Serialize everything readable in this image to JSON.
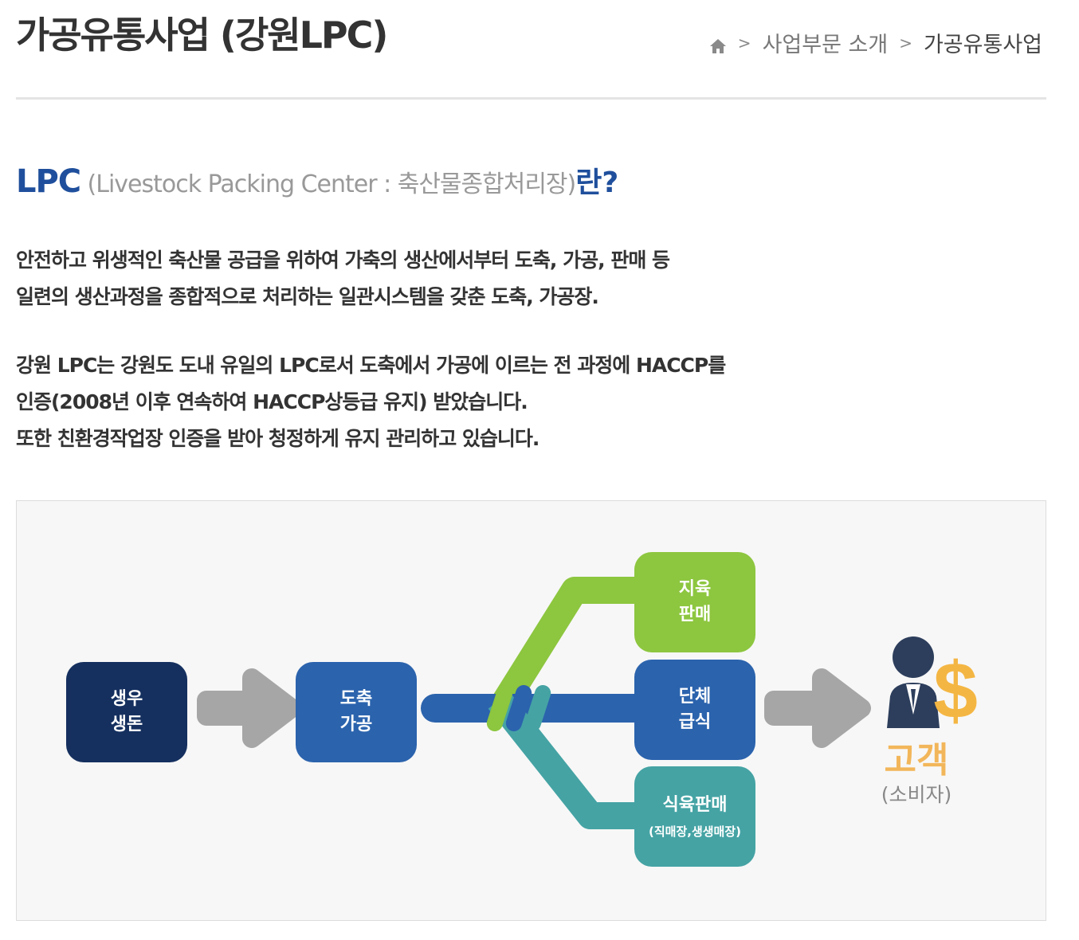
{
  "header": {
    "title": "가공유통사업 (강원LPC)",
    "breadcrumb": {
      "home_icon": "home-icon",
      "separator": ">",
      "items": [
        "사업부문 소개",
        "가공유통사업"
      ]
    }
  },
  "section": {
    "heading_abbr": "LPC",
    "heading_full": "(Livestock Packing Center : 축산물종합처리장)",
    "heading_suffix": "란?",
    "paragraph1": [
      "안전하고 위생적인 축산물 공급을 위하여 가축의 생산에서부터 도축, 가공, 판매 등",
      "일련의 생산과정을 종합적으로 처리하는 일관시스템을 갖춘 도축, 가공장."
    ],
    "paragraph2": [
      "강원 LPC는 강원도 도내 유일의 LPC로서 도축에서 가공에 이르는 전 과정에 HACCP를",
      "인증(2008년 이후 연속하여 HACCP상등급 유지) 받았습니다.",
      "또한 친환경작업장 인증을 받아 청정하게 유지 관리하고 있습니다."
    ]
  },
  "diagram": {
    "source": {
      "line1": "생우",
      "line2": "생돈"
    },
    "process": {
      "line1": "도축",
      "line2": "가공"
    },
    "branches": [
      {
        "line1": "지육",
        "line2": "판매",
        "color": "#8dc63f"
      },
      {
        "line1": "단체",
        "line2": "급식",
        "color": "#2b63ad"
      },
      {
        "line1": "식육판매",
        "line2": "(직매장,생생매장)",
        "color": "#45a3a4"
      }
    ],
    "customer": {
      "main": "고객",
      "sub": "(소비자)",
      "icon": "customer-money-icon"
    },
    "colors": {
      "source": "#15305f",
      "process": "#2b63ad",
      "arrow": "#a6a6a6",
      "customer_text": "#f2b65a",
      "dollar": "#f4b643",
      "person": "#2d3e5c"
    }
  }
}
